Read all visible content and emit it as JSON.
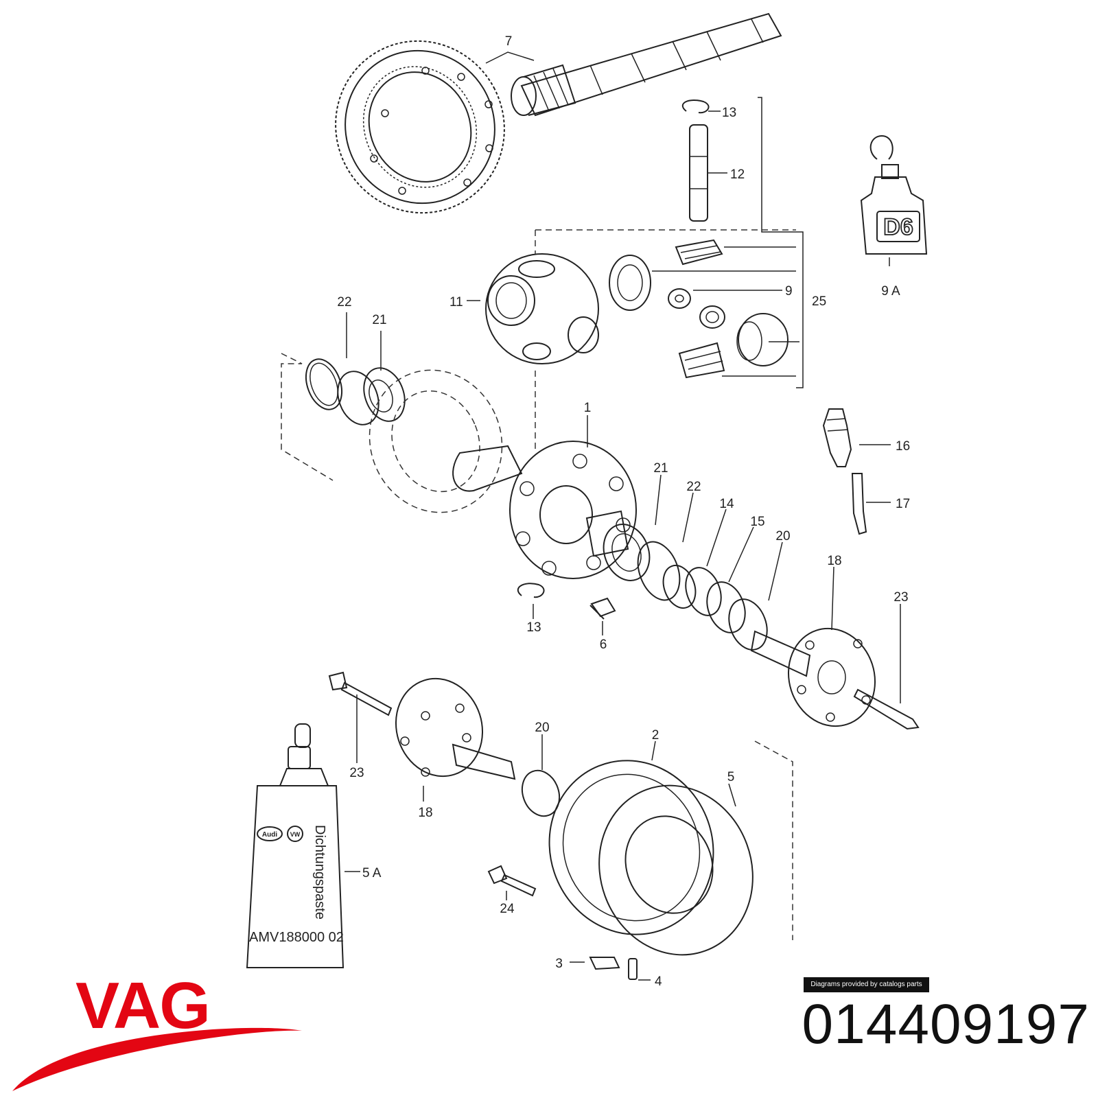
{
  "diagram": {
    "callouts": [
      {
        "id": "c7",
        "text": "7"
      },
      {
        "id": "c13a",
        "text": "13"
      },
      {
        "id": "c12",
        "text": "12"
      },
      {
        "id": "c9",
        "text": "9"
      },
      {
        "id": "c25",
        "text": "25"
      },
      {
        "id": "c9a",
        "text": "9 A"
      },
      {
        "id": "c11",
        "text": "11"
      },
      {
        "id": "c22a",
        "text": "22"
      },
      {
        "id": "c21a",
        "text": "21"
      },
      {
        "id": "c1",
        "text": "1"
      },
      {
        "id": "c16",
        "text": "16"
      },
      {
        "id": "c17",
        "text": "17"
      },
      {
        "id": "c21b",
        "text": "21"
      },
      {
        "id": "c22b",
        "text": "22"
      },
      {
        "id": "c14",
        "text": "14"
      },
      {
        "id": "c15",
        "text": "15"
      },
      {
        "id": "c20a",
        "text": "20"
      },
      {
        "id": "c18a",
        "text": "18"
      },
      {
        "id": "c23a",
        "text": "23"
      },
      {
        "id": "c13b",
        "text": "13"
      },
      {
        "id": "c6",
        "text": "6"
      },
      {
        "id": "c23b",
        "text": "23"
      },
      {
        "id": "c20b",
        "text": "20"
      },
      {
        "id": "c2",
        "text": "2"
      },
      {
        "id": "c5",
        "text": "5"
      },
      {
        "id": "c18b",
        "text": "18"
      },
      {
        "id": "c5a",
        "text": "5 A"
      },
      {
        "id": "c24",
        "text": "24"
      },
      {
        "id": "c3",
        "text": "3"
      },
      {
        "id": "c4",
        "text": "4"
      }
    ],
    "bottle_label": "D6",
    "tube_vertical_text": "Dichtungspaste",
    "tube_part_code": "AMV188000 02",
    "tube_badge_audi": "Audi",
    "tube_badge_vw": "VW"
  },
  "credit": "Diagrams provided by catalogs parts",
  "part_number": "014409197",
  "brand": {
    "name": "VAG",
    "color": "#e30613"
  },
  "colors": {
    "line": "#222222",
    "background": "#ffffff",
    "badge": "#111111"
  }
}
